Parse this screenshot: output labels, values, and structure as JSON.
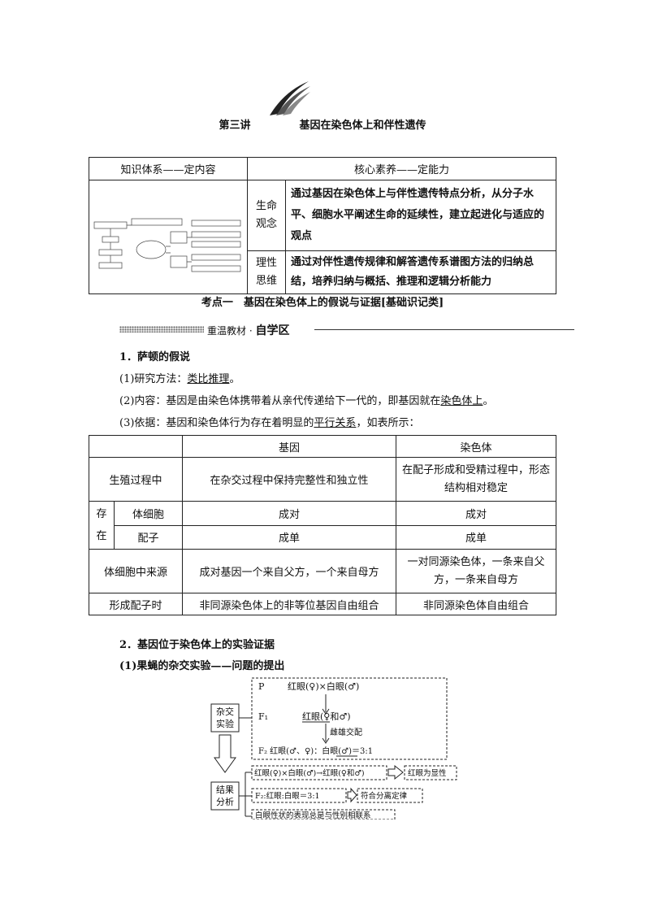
{
  "title": {
    "lecture": "第三讲",
    "topic": "基因在染色体上和伴性遗传"
  },
  "overview": {
    "left_header": "知识体系——定内容",
    "right_header": "核心素养——定能力",
    "rows": [
      {
        "label_1": "生命",
        "label_2": "观念",
        "text": "通过基因在染色体上与伴性遗传特点分析，从分子水平、细胞水平阐述生命的延续性，建立起进化与适应的观点"
      },
      {
        "label_1": "理性",
        "label_2": "思维",
        "text": "通过对伴性遗传规律和解答遗传系谱图方法的归纳总结，培养归纳与概括、推理和逻辑分析能力"
      }
    ]
  },
  "section_title": "考点一　基因在染色体上的假说与证据[基础识记类]",
  "band": {
    "prefix": "重温教材 · ",
    "emph": "自学区"
  },
  "part1": {
    "heading": "1．萨顿的假说",
    "item1_pre": "(1)研究方法：",
    "item1_u": "类比推理",
    "item1_post": "。",
    "item2_pre": "(2)内容：基因是由染色体携带着从亲代传递给下一代的，即基因就在",
    "item2_u": "染色体上",
    "item2_post": "。",
    "item3_pre": "(3)依据：基因和染色体行为存在着明显的",
    "item3_u": "平行关系",
    "item3_post": "，如表所示："
  },
  "table": {
    "col_gene": "基因",
    "col_chrom": "染色体",
    "r1_label": "生殖过程中",
    "r1_gene": "在杂交过程中保持完整性和独立性",
    "r1_chrom": "在配子形成和受精过程中，形态结构相对稳定",
    "exist_1": "存",
    "exist_2": "在",
    "r2_label": "体细胞",
    "r2_gene": "成对",
    "r2_chrom": "成对",
    "r3_label": "配子",
    "r3_gene": "成单",
    "r3_chrom": "成单",
    "r4_label": "体细胞中来源",
    "r4_gene": "成对基因一个来自父方，一个来自母方",
    "r4_chrom": "一对同源染色体，一条来自父方，一条来自母方",
    "r5_label": "形成配子时",
    "r5_gene": "非同源染色体上的非等位基因自由组合",
    "r5_chrom": "非同源染色体自由组合"
  },
  "part2": {
    "heading": "2．基因位于染色体上的实验证据",
    "sub1": "(1)果蝇的杂交实验——问题的提出"
  },
  "diagram": {
    "box_cross_1": "杂交",
    "box_cross_2": "实验",
    "box_result_1": "结果",
    "box_result_2": "分析",
    "p_label": "P",
    "p_text": "红眼(♀)×白眼(♂)",
    "f1_label": "F₁",
    "f1_text": "红眼(♀和♂)",
    "mate_text": "雌雄交配",
    "f2_text": "F₂ 红眼(♂、♀)：白眼(♂)＝3:1",
    "res1": "红眼(♀)×白眼(♂)→红眼(♀和♂)",
    "res1_out": "红眼为显性",
    "res2": "F₂:红眼:白眼＝3:1",
    "res2_out": "符合分离定律",
    "res3": "白眼性状的表现总是与性别相联系"
  }
}
